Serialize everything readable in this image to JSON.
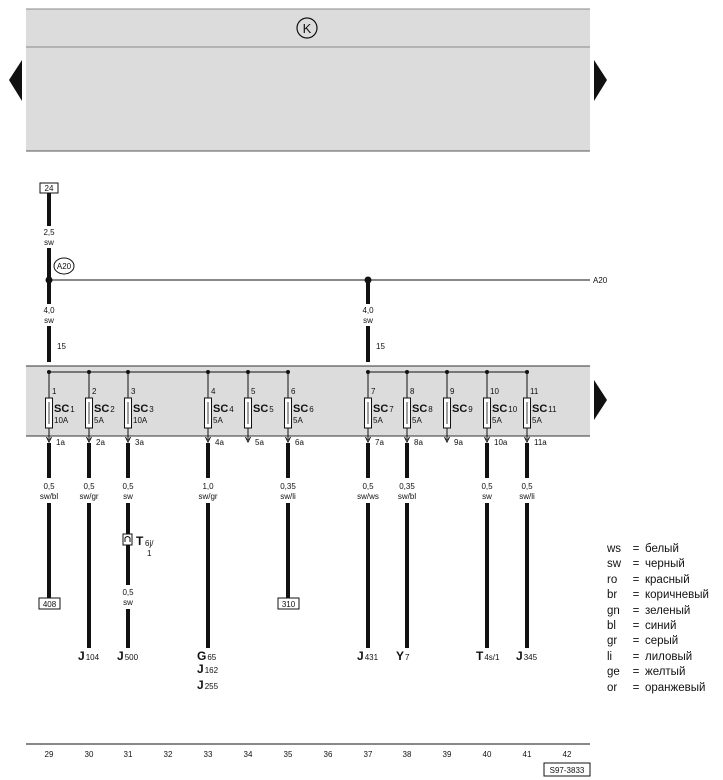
{
  "header": {
    "symbol": "K"
  },
  "terminal_in": "24",
  "terminal_in_wire": {
    "size": "2,5",
    "color": "sw"
  },
  "junction": {
    "label": "A20",
    "line_label": "A20"
  },
  "feeds": [
    {
      "size": "4,0",
      "color": "sw",
      "terminal": "15"
    },
    {
      "size": "4,0",
      "color": "sw",
      "terminal": "15"
    }
  ],
  "fuses": [
    {
      "pin": "1",
      "name": "SC",
      "num": "1",
      "rating": "10A",
      "out": "1a"
    },
    {
      "pin": "2",
      "name": "SC",
      "num": "2",
      "rating": "5A",
      "out": "2a"
    },
    {
      "pin": "3",
      "name": "SC",
      "num": "3",
      "rating": "10A",
      "out": "3a"
    },
    {
      "pin": "4",
      "name": "SC",
      "num": "4",
      "rating": "5A",
      "out": "4a"
    },
    {
      "pin": "5",
      "name": "SC",
      "num": "5",
      "rating": "",
      "out": "5a"
    },
    {
      "pin": "6",
      "name": "SC",
      "num": "6",
      "rating": "5A",
      "out": "6a"
    },
    {
      "pin": "7",
      "name": "SC",
      "num": "7",
      "rating": "5A",
      "out": "7a"
    },
    {
      "pin": "8",
      "name": "SC",
      "num": "8",
      "rating": "5A",
      "out": "8a"
    },
    {
      "pin": "9",
      "name": "SC",
      "num": "9",
      "rating": "",
      "out": "9a"
    },
    {
      "pin": "10",
      "name": "SC",
      "num": "10",
      "rating": "5A",
      "out": "10a"
    },
    {
      "pin": "11",
      "name": "SC",
      "num": "11",
      "rating": "5A",
      "out": "11a"
    }
  ],
  "wires": [
    {
      "size": "0,5",
      "color": "sw/bl"
    },
    {
      "size": "0,5",
      "color": "sw/gr"
    },
    {
      "size": "0,5",
      "color": "sw"
    },
    {
      "size": "1,0",
      "color": "sw/gr"
    },
    {
      "size": "0,35",
      "color": "sw/li"
    },
    {
      "size": "0,5",
      "color": "sw/ws"
    },
    {
      "size": "0,35",
      "color": "sw/bl"
    },
    {
      "size": "0,5",
      "color": "sw"
    },
    {
      "size": "0,5",
      "color": "sw/li"
    }
  ],
  "connector": {
    "name": "T",
    "sub": "6j/",
    "pin": "1"
  },
  "wire_after_connector": {
    "size": "0,5",
    "color": "sw"
  },
  "refs": [
    "408",
    "310"
  ],
  "components": [
    {
      "main": "J",
      "sub": "104"
    },
    {
      "main": "J",
      "sub": "500"
    },
    {
      "main": "G",
      "sub": "65"
    },
    {
      "main": "J",
      "sub": "162"
    },
    {
      "main": "J",
      "sub": "255"
    },
    {
      "main": "J",
      "sub": "431"
    },
    {
      "main": "Y",
      "sub": "7"
    },
    {
      "main": "T",
      "sub": "4s/1"
    },
    {
      "main": "J",
      "sub": "345"
    }
  ],
  "tracks": [
    "29",
    "30",
    "31",
    "32",
    "33",
    "34",
    "35",
    "36",
    "37",
    "38",
    "39",
    "40",
    "41",
    "42"
  ],
  "doc_id": "S97-3833",
  "legend": [
    {
      "code": "ws",
      "name": "белый"
    },
    {
      "code": "sw",
      "name": "черный"
    },
    {
      "code": "ro",
      "name": "красный"
    },
    {
      "code": "br",
      "name": "коричневый"
    },
    {
      "code": "gn",
      "name": "зеленый"
    },
    {
      "code": "bl",
      "name": "синий"
    },
    {
      "code": "gr",
      "name": "серый"
    },
    {
      "code": "li",
      "name": "лиловый"
    },
    {
      "code": "ge",
      "name": "желтый"
    },
    {
      "code": "or",
      "name": "оранжевый"
    }
  ]
}
